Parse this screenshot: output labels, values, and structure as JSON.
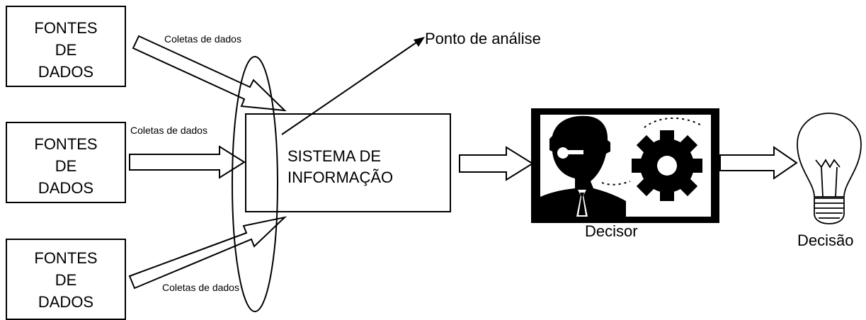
{
  "sources": [
    {
      "line1": "FONTES",
      "line2": "DE",
      "line3": "DADOS"
    },
    {
      "line1": "FONTES",
      "line2": "DE",
      "line3": "DADOS"
    },
    {
      "line1": "FONTES",
      "line2": "DE",
      "line3": "DADOS"
    }
  ],
  "collection_labels": [
    "Coletas de dados",
    "Coletas de dados",
    "Coletas de dados"
  ],
  "analysis_point_label": "Ponto de análise",
  "system": {
    "line1": "SISTEMA DE",
    "line2": "INFORMAÇÃO"
  },
  "decisor_label": "Decisor",
  "decision_label": "Decisão",
  "colors": {
    "stroke": "#000000",
    "background": "#ffffff"
  },
  "icons": [
    "person-icon",
    "gear-icon",
    "light-bulb-icon"
  ]
}
